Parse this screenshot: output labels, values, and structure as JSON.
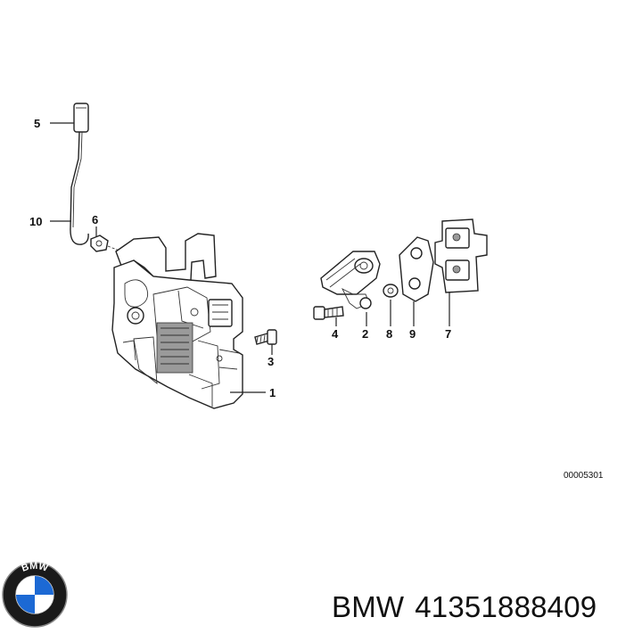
{
  "callouts": {
    "c1": "1",
    "c2": "2",
    "c3": "3",
    "c4": "4",
    "c5": "5",
    "c6": "6",
    "c7": "7",
    "c8": "8",
    "c9": "9",
    "c10": "10"
  },
  "diagram_code": "00005301",
  "footer": {
    "brand": "BMW",
    "part_number": "41351888409"
  },
  "logo": {
    "letters": "BMW",
    "colors": {
      "blue": "#1c69d4",
      "white": "#ffffff",
      "ring": "#1a1a1a"
    }
  }
}
